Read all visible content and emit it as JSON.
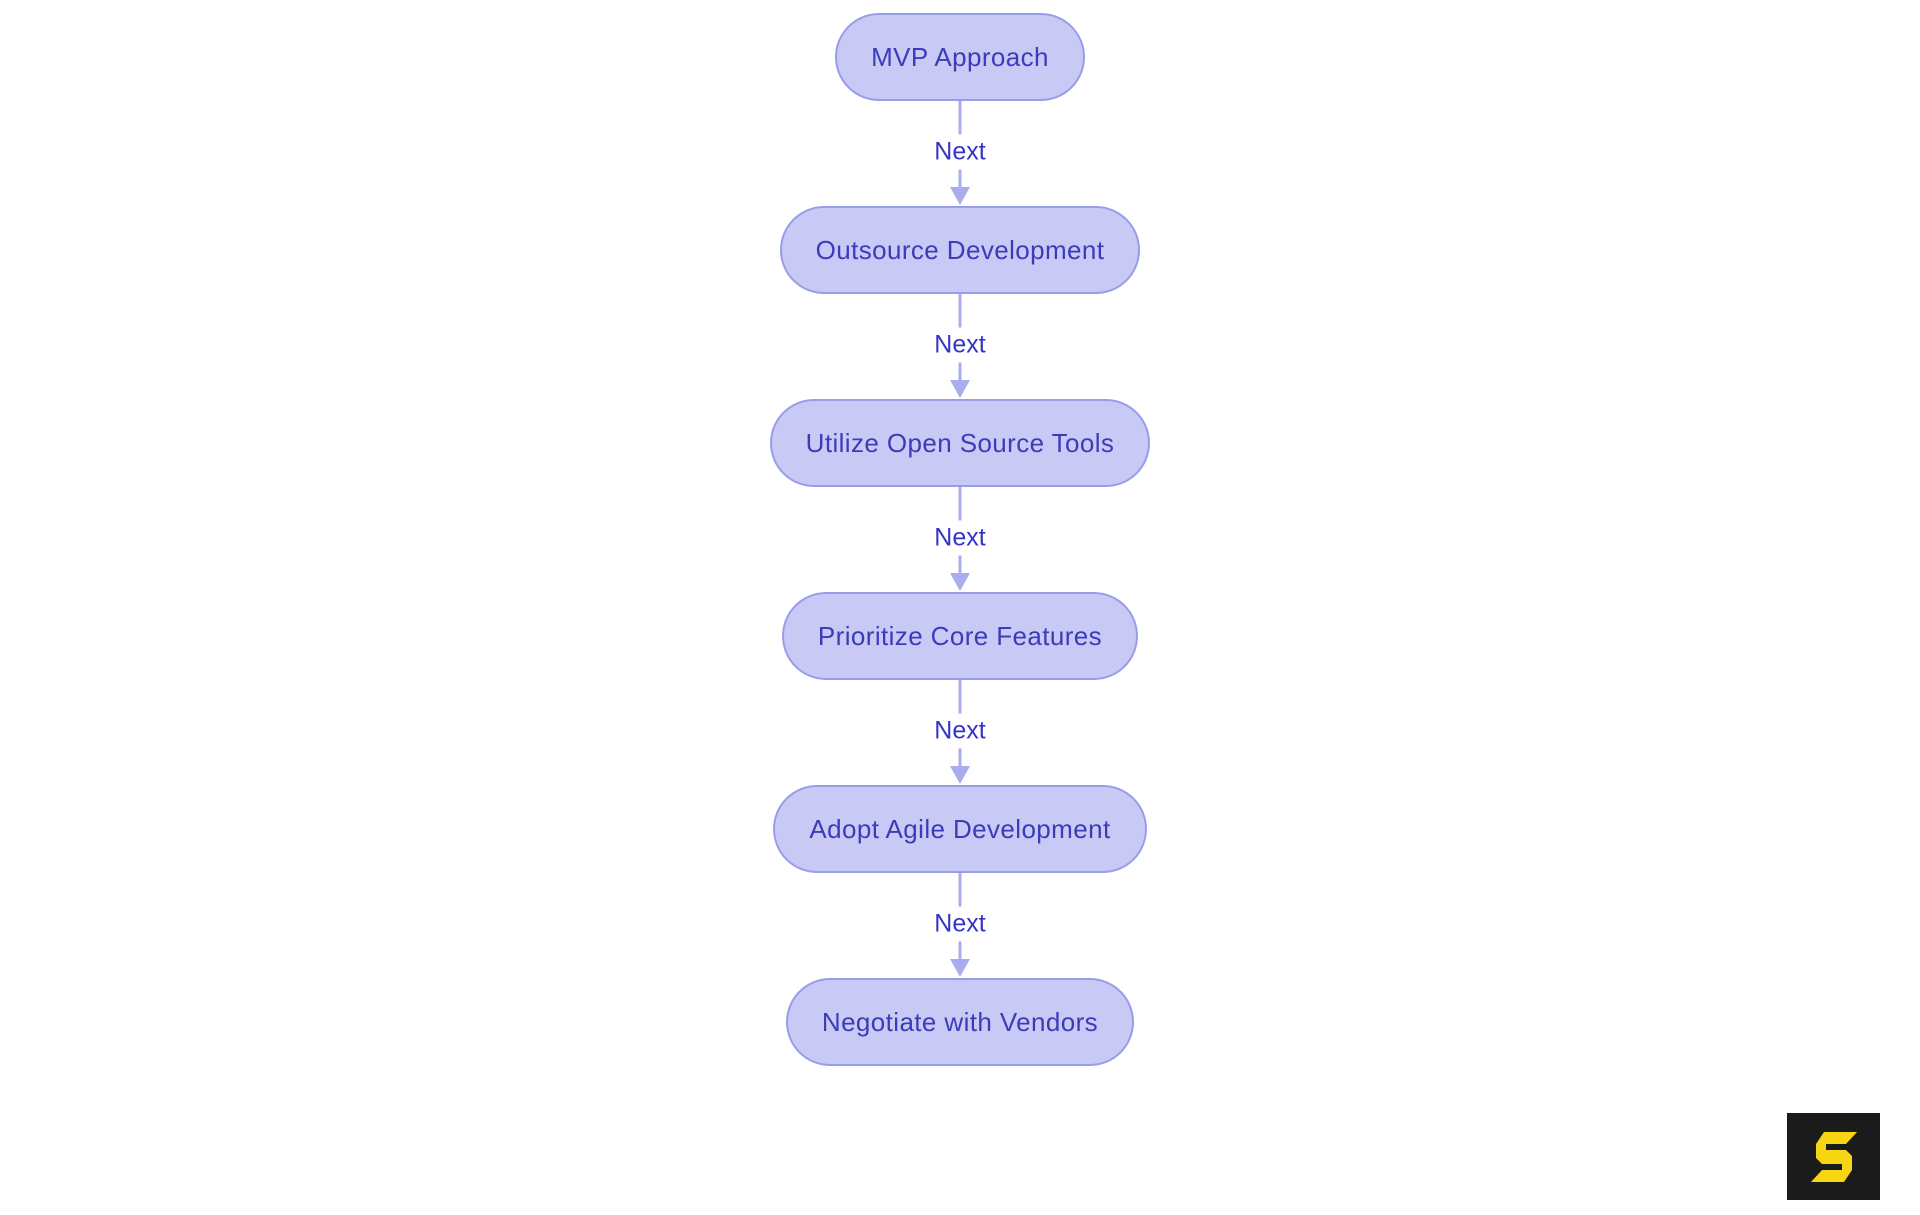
{
  "page": {
    "background": "#ffffff"
  },
  "flowchart": {
    "type": "flowchart-vertical",
    "nodes": [
      {
        "id": "mvp-approach",
        "label": "MVP Approach"
      },
      {
        "id": "outsource-development",
        "label": "Outsource Development"
      },
      {
        "id": "utilize-open-source-tools",
        "label": "Utilize Open Source Tools"
      },
      {
        "id": "prioritize-core-features",
        "label": "Prioritize Core Features"
      },
      {
        "id": "adopt-agile-development",
        "label": "Adopt Agile Development"
      },
      {
        "id": "negotiate-with-vendors",
        "label": "Negotiate with Vendors"
      }
    ],
    "edges": [
      {
        "from": "mvp-approach",
        "to": "outsource-development",
        "label": "Next"
      },
      {
        "from": "outsource-development",
        "to": "utilize-open-source-tools",
        "label": "Next"
      },
      {
        "from": "utilize-open-source-tools",
        "to": "prioritize-core-features",
        "label": "Next"
      },
      {
        "from": "prioritize-core-features",
        "to": "adopt-agile-development",
        "label": "Next"
      },
      {
        "from": "adopt-agile-development",
        "to": "negotiate-with-vendors",
        "label": "Next"
      }
    ],
    "style": {
      "node_fill": "#c8c9f5",
      "node_border": "#989de9",
      "node_text_color": "#3c3cba",
      "edge_color": "#a9adf0",
      "edge_label_color": "#3434c8"
    }
  },
  "watermark": {
    "icon": "s-logo",
    "background": "#1b1b1b",
    "glyph_color": "#f6d513"
  }
}
